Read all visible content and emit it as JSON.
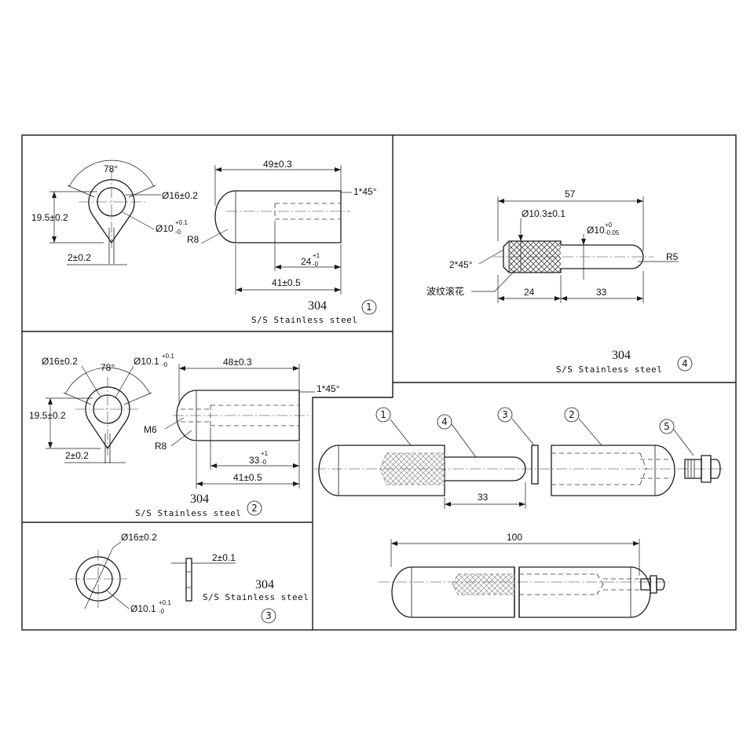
{
  "part1": {
    "material": "304",
    "material_desc": "S/S Stainless steel",
    "number": "1",
    "angle": "78°",
    "dia_outer": "Ø16±0.2",
    "dia_inner": "Ø10",
    "dia_inner_tol_up": "+0.1",
    "dia_inner_tol_low": "-0",
    "height": "19.5±0.2",
    "slot": "2±0.2",
    "length_top": "49±0.3",
    "chamfer": "1*45°",
    "radius": "R8",
    "bore_depth": "24",
    "bore_tol_up": "+1",
    "bore_tol_low": "-0",
    "length_bottom": "41±0.5"
  },
  "part2": {
    "material": "304",
    "material_desc": "S/S Stainless steel",
    "number": "2",
    "angle": "78°",
    "dia_outer": "Ø16±0.2",
    "dia_inner": "Ø10.1",
    "dia_inner_tol_up": "+0.1",
    "dia_inner_tol_low": "-0",
    "height": "19.5±0.2",
    "slot": "2±0.2",
    "length_top": "48±0.3",
    "chamfer": "1*45°",
    "thread": "M6",
    "radius": "R8",
    "bore_depth": "33",
    "bore_tol_up": "+1",
    "bore_tol_low": "-0",
    "length_bottom": "41±0.5"
  },
  "part3": {
    "material": "304",
    "material_desc": "S/S Stainless steel",
    "number": "3",
    "dia_outer": "Ø16±0.2",
    "thickness": "2±0.1",
    "dia_inner": "Ø10.1",
    "dia_inner_tol_up": "+0.1",
    "dia_inner_tol_low": "-0"
  },
  "part4": {
    "material": "304",
    "material_desc": "S/S Stainless steel",
    "number": "4",
    "length": "57",
    "dia_knurl": "Ø10.3±0.1",
    "dia_pin": "Ø10",
    "dia_pin_tol_up": "+0",
    "dia_pin_tol_low": "-0.05",
    "chamfer": "2*45°",
    "radius": "R5",
    "knurl_note": "波纹滚花",
    "knurl_len": "24",
    "pin_len": "33"
  },
  "assembly": {
    "callouts": [
      "1",
      "4",
      "3",
      "2",
      "5"
    ],
    "pin_len": "33",
    "total_len": "100"
  }
}
